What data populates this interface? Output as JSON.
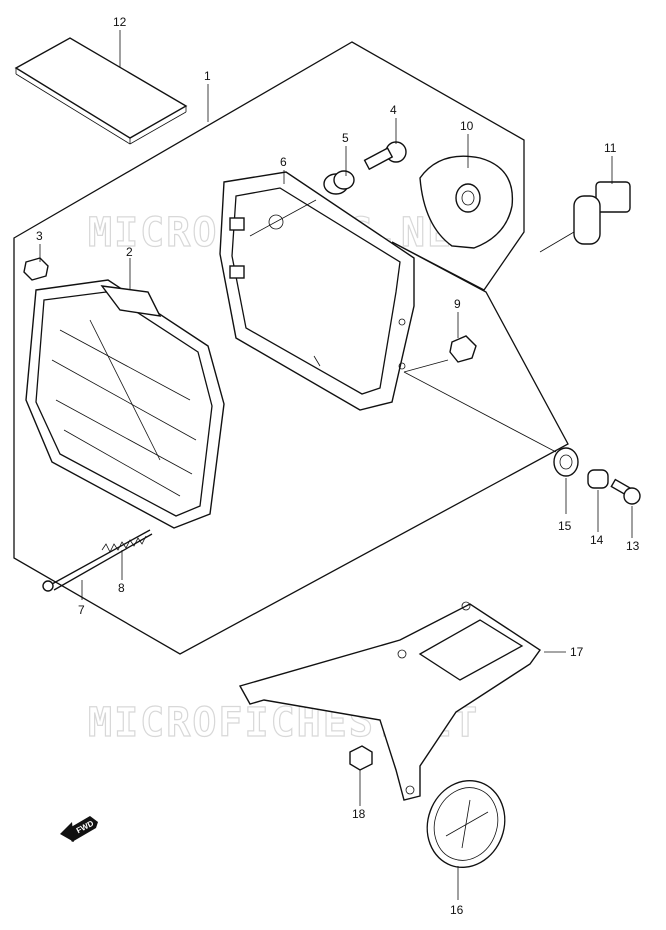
{
  "watermark": "MICROFICHES.NET",
  "fwd_label": "FWD",
  "callouts": {
    "c1": "1",
    "c2": "2",
    "c3": "3",
    "c4": "4",
    "c5": "5",
    "c6": "6",
    "c7": "7",
    "c8": "8",
    "c9": "9",
    "c10": "10",
    "c11": "11",
    "c12": "12",
    "c13": "13",
    "c14": "14",
    "c15": "15",
    "c16": "16",
    "c17": "17",
    "c18": "18"
  }
}
